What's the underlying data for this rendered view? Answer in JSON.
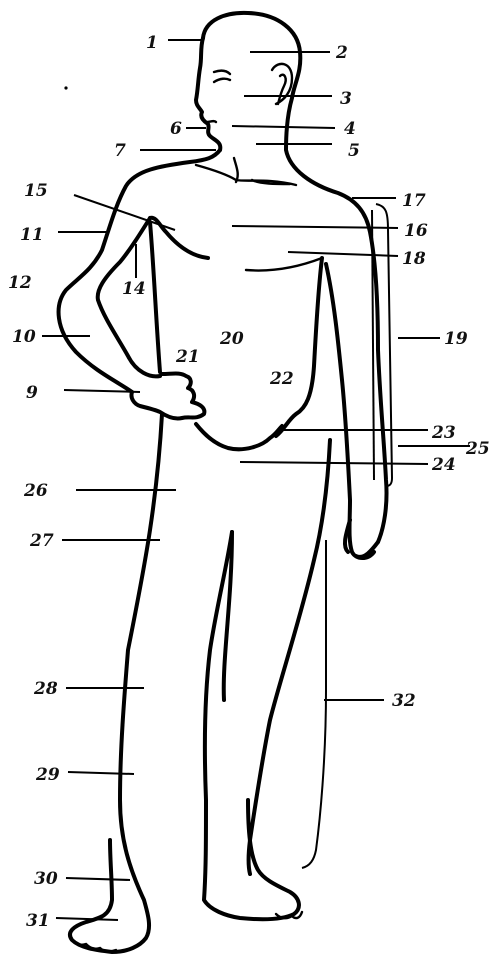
{
  "labels": {
    "l1": "1",
    "l2": "2",
    "l3": "3",
    "l4": "4",
    "l5": "5",
    "l6": "6",
    "l7": "7",
    "l9": "9",
    "l10": "10",
    "l11": "11",
    "l12": "12",
    "l14": "14",
    "l15": "15",
    "l16": "16",
    "l17": "17",
    "l18": "18",
    "l19": "19",
    "l20": "20",
    "l21": "21",
    "l22": "22",
    "l23": "23",
    "l24": "24",
    "l25": "25",
    "l26": "26",
    "l27": "27",
    "l28": "28",
    "l29": "29",
    "l30": "30",
    "l31": "31",
    "l32": "32"
  }
}
